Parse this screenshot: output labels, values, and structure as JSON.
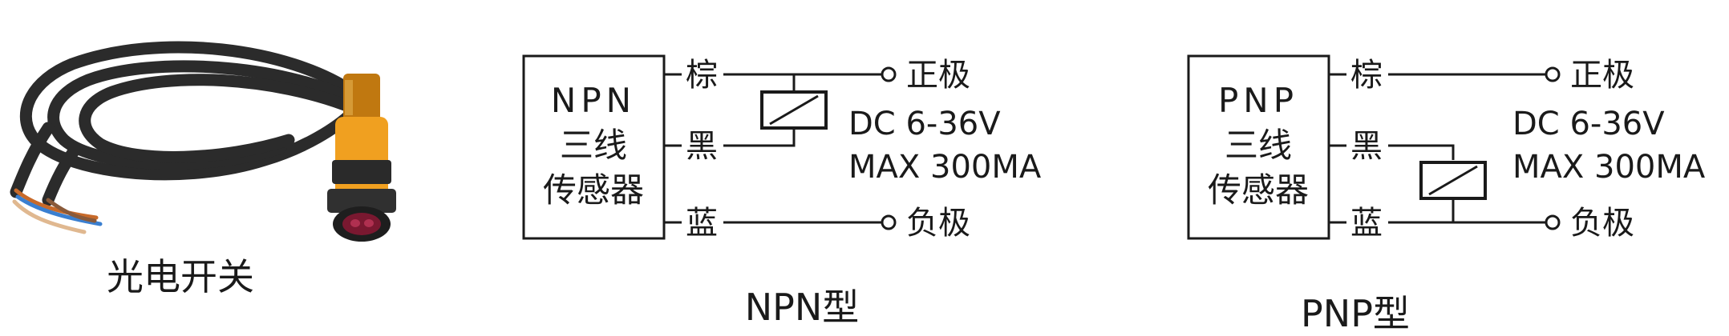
{
  "photo": {
    "caption": "光电开关"
  },
  "npn": {
    "box_lines": [
      "NPN",
      "三线",
      "传感器"
    ],
    "wire_brown": "棕",
    "wire_black": "黑",
    "wire_blue": "蓝",
    "positive": "正极",
    "negative": "负极",
    "spec_voltage": "DC 6-36V",
    "spec_current": "MAX 300MA",
    "caption": "NPN型"
  },
  "pnp": {
    "box_lines": [
      "PNP",
      "三线",
      "传感器"
    ],
    "wire_brown": "棕",
    "wire_black": "黑",
    "wire_blue": "蓝",
    "positive": "正极",
    "negative": "负极",
    "spec_voltage": "DC 6-36V",
    "spec_current": "MAX 300MA",
    "caption": "PNP型"
  },
  "colors": {
    "ink": "#1a1a1a",
    "sensor_body": "#f0a020",
    "cable": "#2b2b2b",
    "lens": "#7a1830"
  }
}
